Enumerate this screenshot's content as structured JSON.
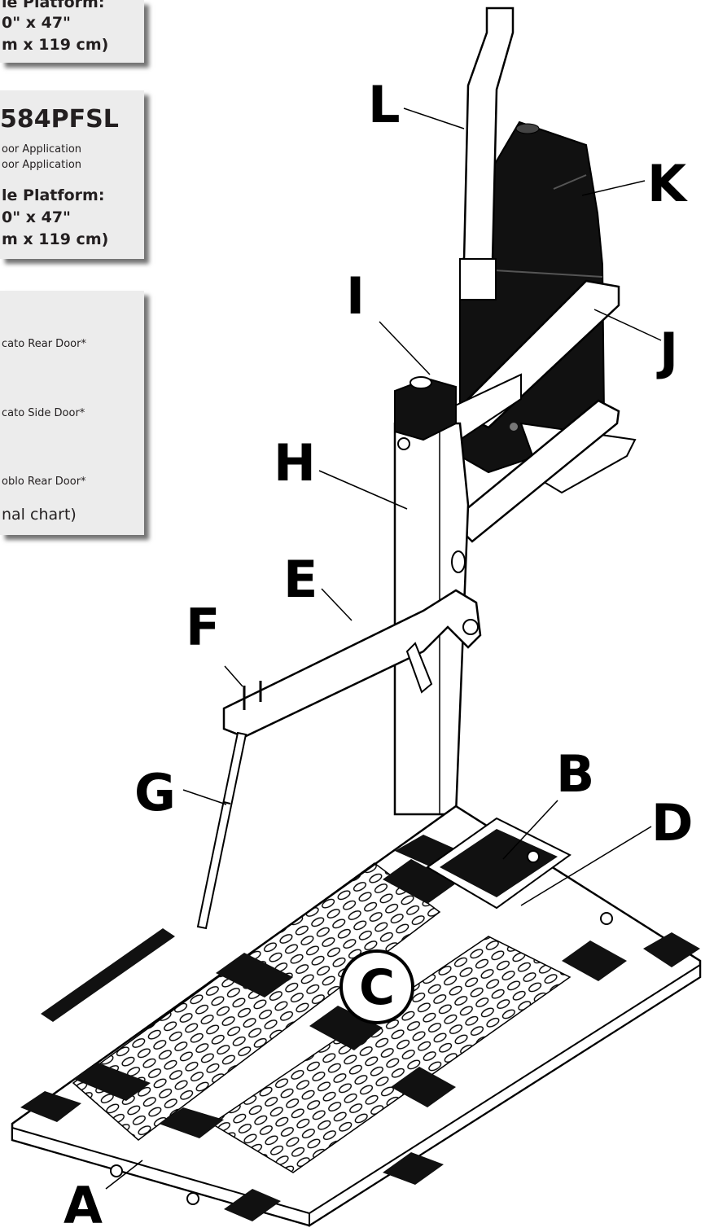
{
  "panel1": {
    "line1": "le Platform:",
    "line2": "0\" x 47\"",
    "line3": "m x 119 cm)"
  },
  "panel2": {
    "model": "584PFSL",
    "app1": "oor Application",
    "app2": "oor Application",
    "platform_label": "le Platform:",
    "dim1": "0\" x 47\"",
    "dim2": "m x 119 cm)"
  },
  "panel3": {
    "item1": "cato Rear Door*",
    "item2": "cato Side Door*",
    "item3": "oblo Rear Door*",
    "footer": "nal chart)"
  },
  "callouts": {
    "A": "A",
    "B": "B",
    "C": "C",
    "D": "D",
    "E": "E",
    "F": "F",
    "G": "G",
    "H": "H",
    "I": "I",
    "J": "J",
    "K": "K",
    "L": "L"
  }
}
